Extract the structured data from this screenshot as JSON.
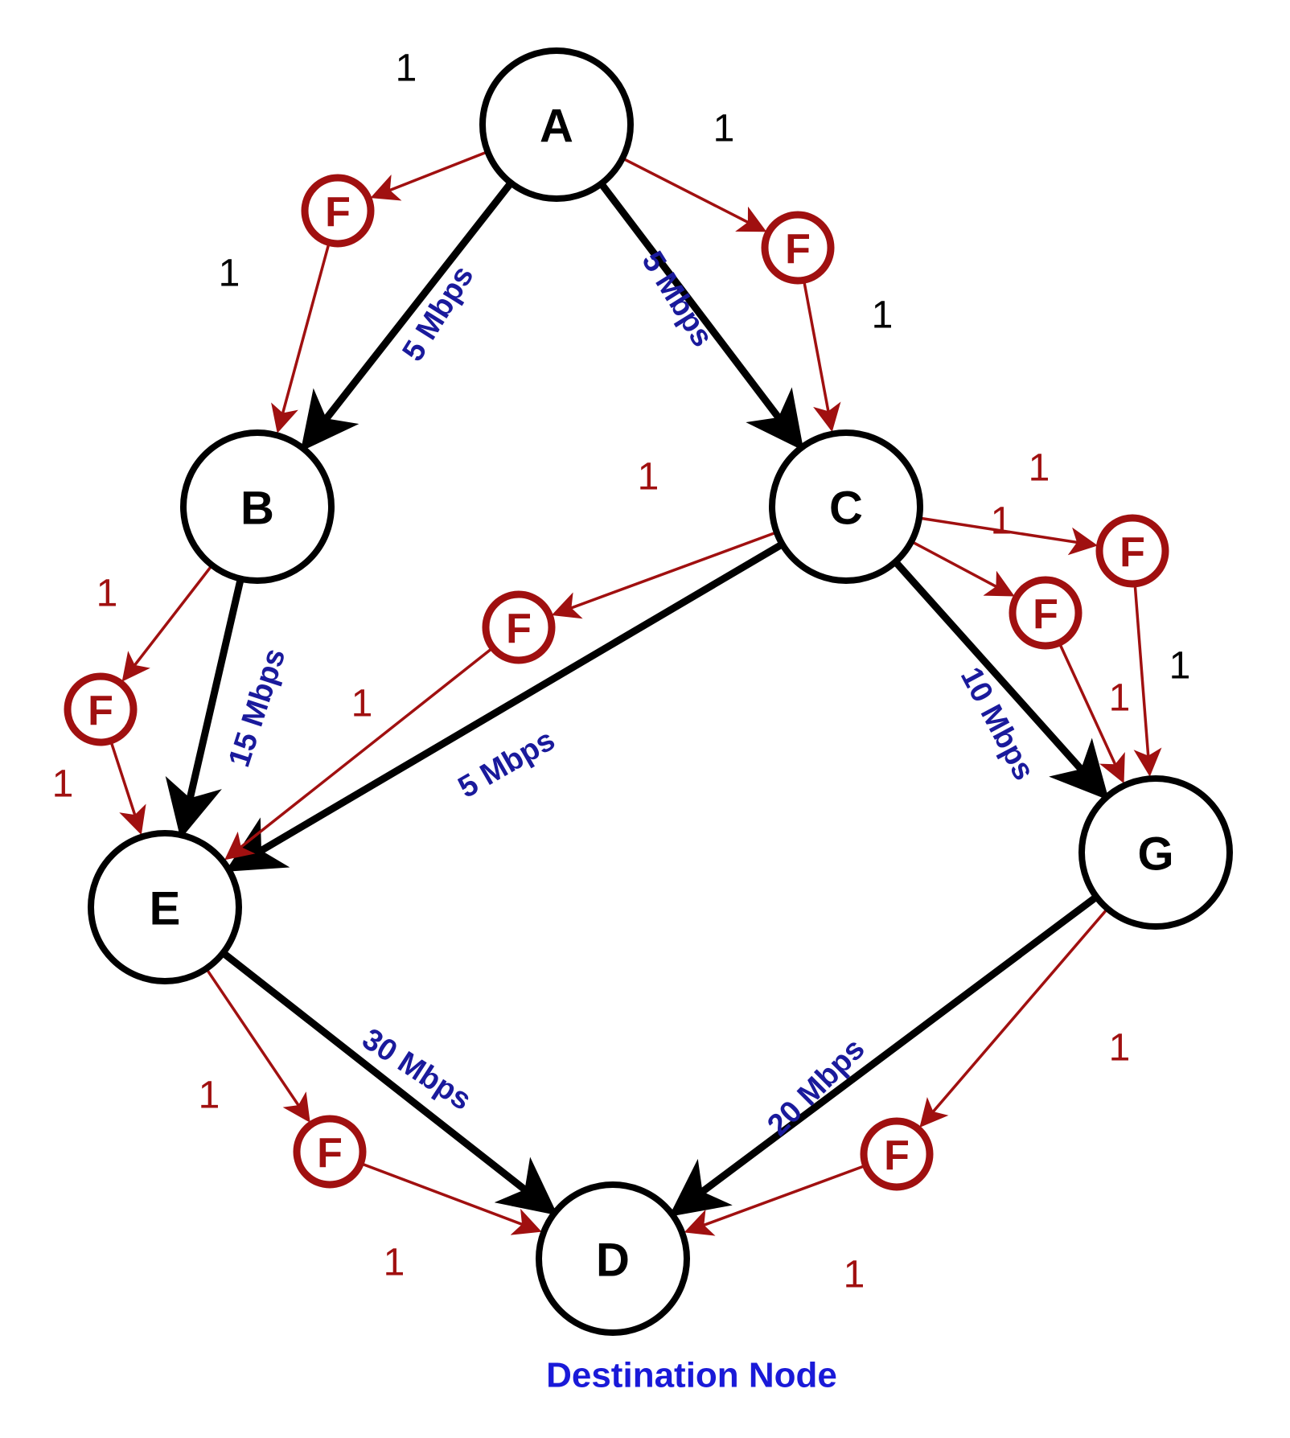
{
  "colors": {
    "link": "#000000",
    "flow": "#a01010",
    "bandwidth": "#1a1a9c",
    "caption": "#1a1ad8",
    "weight_black": "#000000",
    "weight_red": "#a01010"
  },
  "nodes": [
    {
      "id": "A",
      "label": "A"
    },
    {
      "id": "B",
      "label": "B"
    },
    {
      "id": "C",
      "label": "C"
    },
    {
      "id": "E",
      "label": "E"
    },
    {
      "id": "G",
      "label": "G"
    },
    {
      "id": "D",
      "label": "D"
    }
  ],
  "links": [
    {
      "from": "A",
      "to": "B",
      "bandwidth": "5 Mbps"
    },
    {
      "from": "A",
      "to": "C",
      "bandwidth": "5 Mbps"
    },
    {
      "from": "B",
      "to": "E",
      "bandwidth": "15 Mbps"
    },
    {
      "from": "C",
      "to": "E",
      "bandwidth": "5 Mbps"
    },
    {
      "from": "C",
      "to": "G",
      "bandwidth": "10 Mbps"
    },
    {
      "from": "E",
      "to": "D",
      "bandwidth": "30 Mbps"
    },
    {
      "from": "G",
      "to": "D",
      "bandwidth": "20 Mbps"
    }
  ],
  "flow_marker": "F",
  "weight": "1",
  "caption": "Destination Node"
}
